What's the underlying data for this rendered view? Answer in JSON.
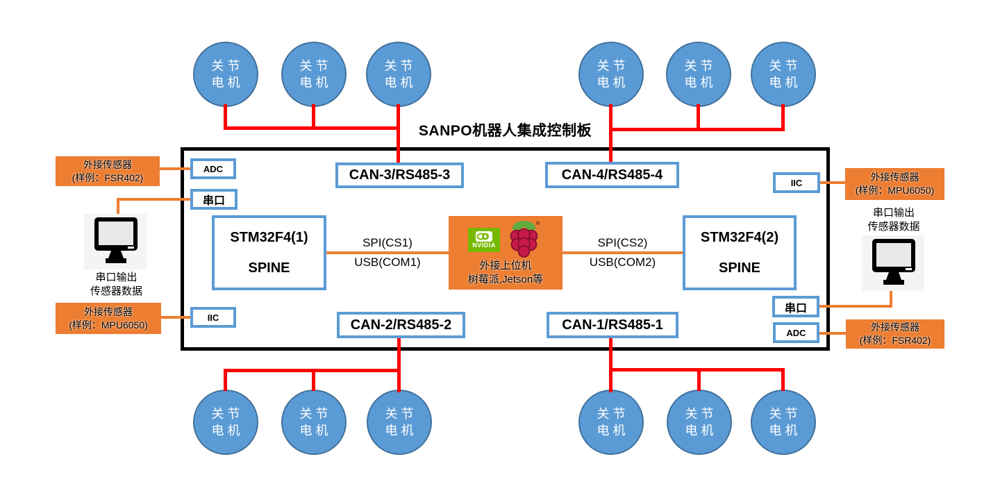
{
  "title": "SANPO机器人集成控制板",
  "motor": {
    "line1": "关节",
    "line2": "电机"
  },
  "can_buses": {
    "can3": "CAN-3/RS485-3",
    "can4": "CAN-4/RS485-4",
    "can2": "CAN-2/RS485-2",
    "can1": "CAN-1/RS485-1"
  },
  "mcu_left": {
    "line1": "STM32F4(1)",
    "line2": "SPINE"
  },
  "mcu_right": {
    "line1": "STM32F4(2)",
    "line2": "SPINE"
  },
  "host": {
    "line1": "外接上位机",
    "line2": "树莓派,Jetson等",
    "nvidia_label": "NVIDIA",
    "registered_mark": "®"
  },
  "link_left": {
    "spi": "SPI(CS1)",
    "usb": "USB(COM1)"
  },
  "link_right": {
    "spi": "SPI(CS2)",
    "usb": "USB(COM2)"
  },
  "ports_left": {
    "adc": "ADC",
    "serial": "串口",
    "iic": "IIC"
  },
  "ports_right": {
    "iic": "IIC",
    "serial": "串口",
    "adc": "ADC"
  },
  "sensors": {
    "left_top": {
      "line1": "外接传感器",
      "line2": "(样例：FSR402)"
    },
    "left_bottom": {
      "line1": "外接传感器",
      "line2": "(样例：MPU6050)"
    },
    "right_top": {
      "line1": "外接传感器",
      "line2": "(样例：MPU6050)"
    },
    "right_bottom": {
      "line1": "外接传感器",
      "line2": "(样例：FSR402)"
    }
  },
  "pc_left": {
    "line1": "串口输出",
    "line2": "传感器数据"
  },
  "pc_right": {
    "line1": "串口输出",
    "line2": "传感器数据"
  },
  "colors": {
    "blue_fill": "#5B9BD5",
    "blue_border": "#41719C",
    "orange": "#ED7D31",
    "red": "#FF0000",
    "black": "#000000",
    "nvidia_green": "#76B900",
    "raspberry_red": "#C51A4A",
    "leaf_green": "#5FAC3F"
  }
}
